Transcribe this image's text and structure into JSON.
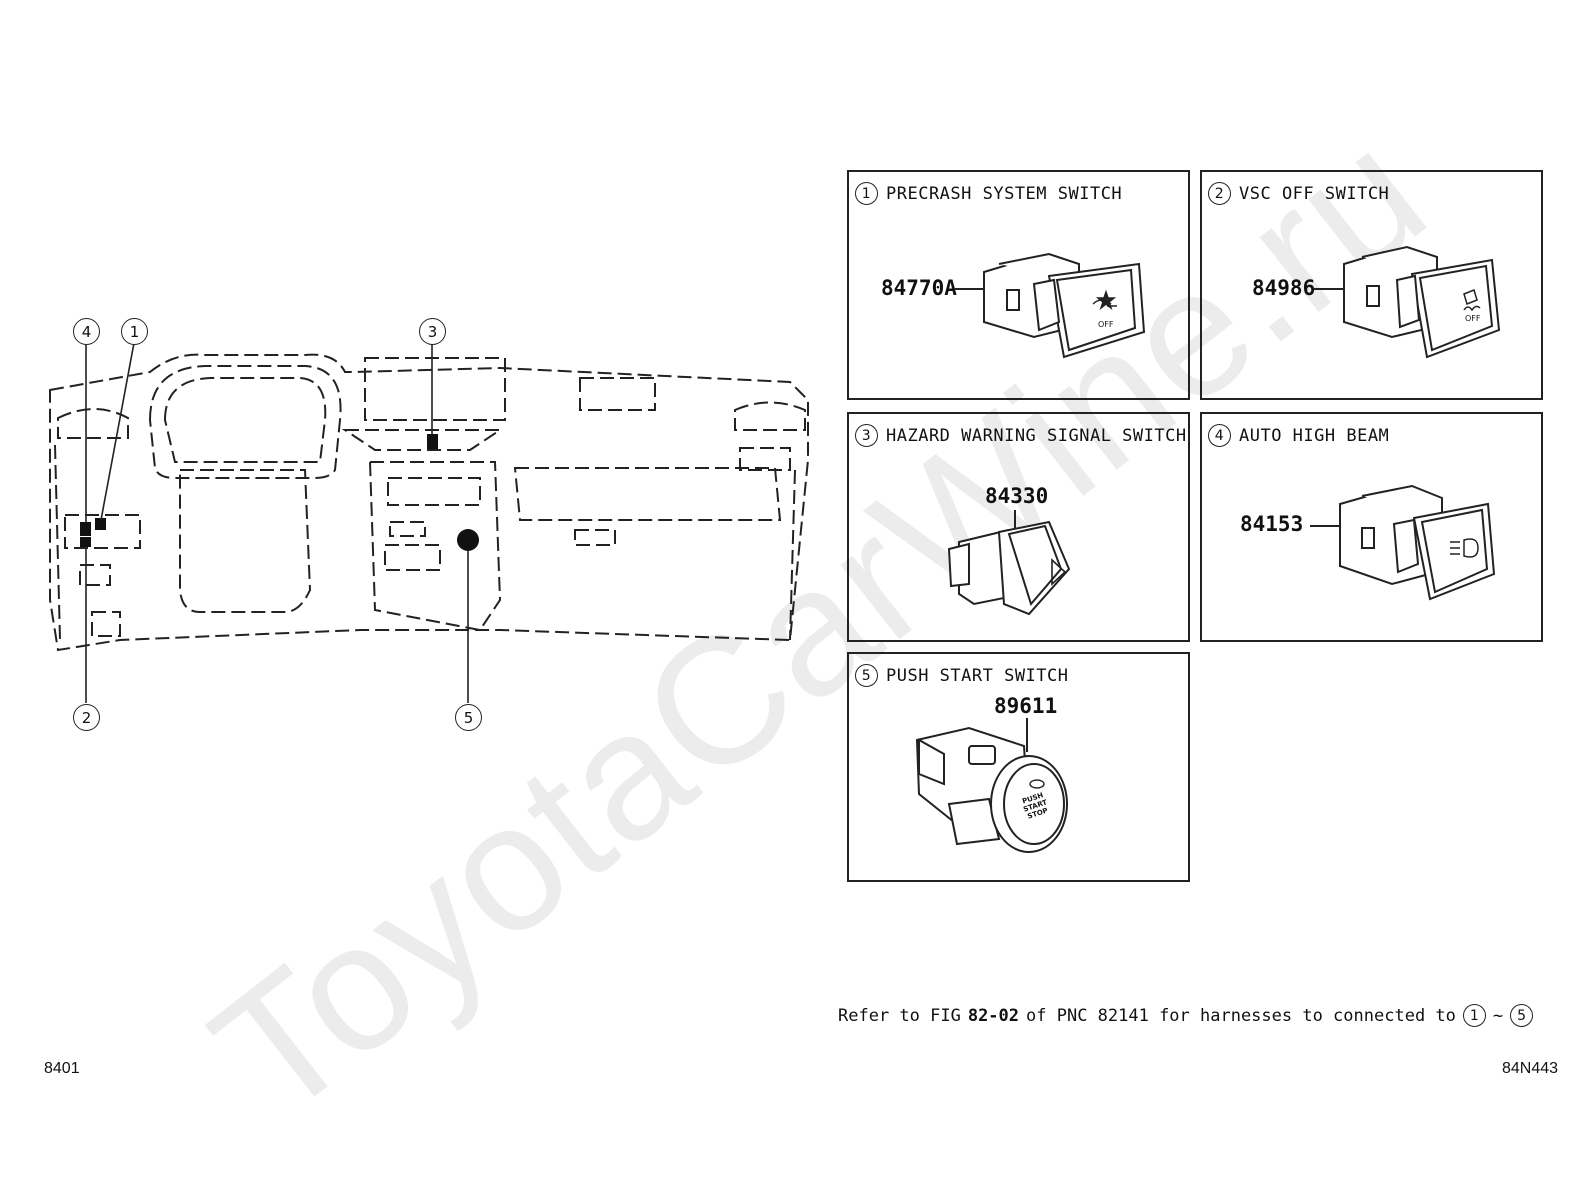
{
  "watermark": "ToyotaCarWine.ru",
  "callouts": [
    "1",
    "2",
    "3",
    "4",
    "5"
  ],
  "panels": [
    {
      "num": "1",
      "title": "PRECRASH SYSTEM SWITCH",
      "pnc": "84770A"
    },
    {
      "num": "2",
      "title": "VSC OFF SWITCH",
      "pnc": "84986"
    },
    {
      "num": "3",
      "title": "HAZARD WARNING SIGNAL SWITCH",
      "pnc": "84330"
    },
    {
      "num": "4",
      "title": "AUTO HIGH BEAM",
      "pnc": "84153"
    },
    {
      "num": "5",
      "title": "PUSH START SWITCH",
      "pnc": "89611"
    }
  ],
  "switch_labels": {
    "off": "OFF",
    "push": "PUSH",
    "start": "START",
    "stop": "STOP"
  },
  "footnote": {
    "prefix": "Refer to FIG",
    "fig": "82-02",
    "mid": "of PNC 82141 for harnesses to connected to",
    "from": "1",
    "sep": "~",
    "to": "5"
  },
  "page_code_left": "8401",
  "page_code_right": "84N443"
}
